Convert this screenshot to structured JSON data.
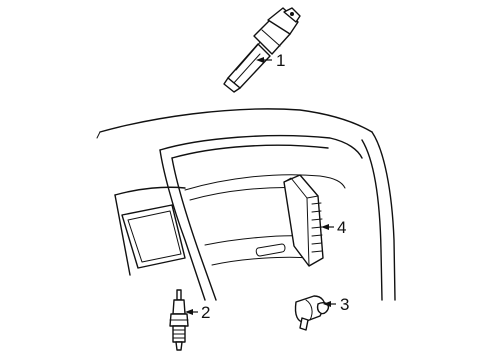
{
  "diagram": {
    "parts": [
      {
        "id": "ignition-coil",
        "callout": "1"
      },
      {
        "id": "spark-plug",
        "callout": "2"
      },
      {
        "id": "cam-position-sensor",
        "callout": "3"
      },
      {
        "id": "engine-control-module",
        "callout": "4"
      }
    ]
  }
}
